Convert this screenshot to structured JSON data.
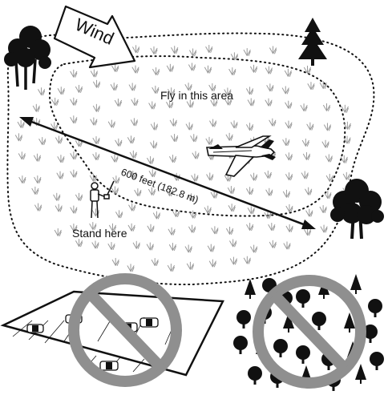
{
  "diagram": {
    "wind_label": "Wind",
    "area_label": "Fly in this area",
    "distance_label": "600 feet (182.8 m)",
    "stand_label": "Stand here",
    "prohibition_color": "#8f8f8f",
    "ink_color": "#111111"
  },
  "prohibited_areas": [
    {
      "name": "parking-lot",
      "icon": "no-symbol"
    },
    {
      "name": "forest",
      "icon": "no-symbol"
    }
  ]
}
